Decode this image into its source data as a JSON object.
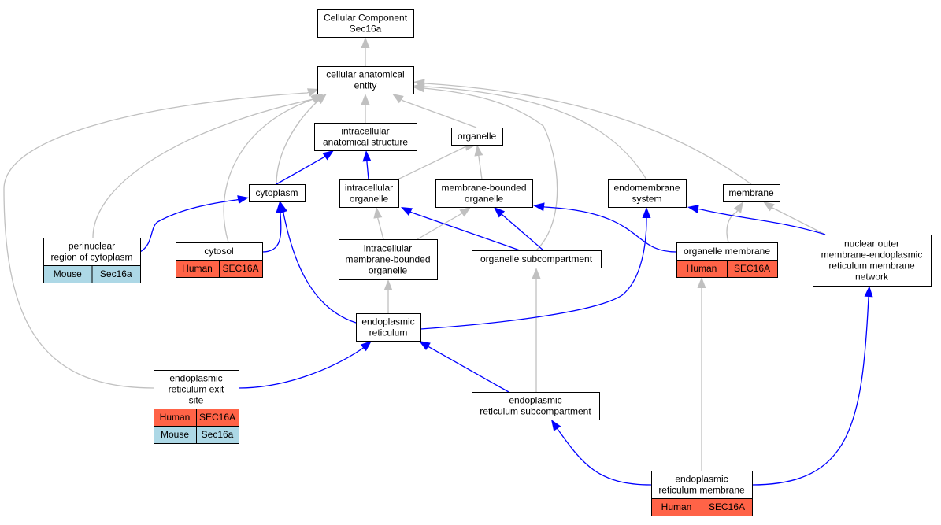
{
  "palette": {
    "is_a_edge": "#c0c0c0",
    "part_of_edge": "#0000ff",
    "human_cell": "#ff6347",
    "mouse_cell": "#add8e6",
    "node_border": "#000000",
    "node_fill": "#ffffff"
  },
  "nodes": [
    {
      "id": "root",
      "lines": [
        "Cellular Component",
        "Sec16a"
      ],
      "annotations": []
    },
    {
      "id": "cae",
      "lines": [
        "cellular anatomical",
        "entity"
      ],
      "annotations": []
    },
    {
      "id": "ias",
      "lines": [
        "intracellular",
        "anatomical structure"
      ],
      "annotations": []
    },
    {
      "id": "organelle",
      "lines": [
        "organelle"
      ],
      "annotations": []
    },
    {
      "id": "cytoplasm",
      "lines": [
        "cytoplasm"
      ],
      "annotations": []
    },
    {
      "id": "io",
      "lines": [
        "intracellular",
        "organelle"
      ],
      "annotations": []
    },
    {
      "id": "mbo",
      "lines": [
        "membrane-bounded",
        "organelle"
      ],
      "annotations": []
    },
    {
      "id": "ems",
      "lines": [
        "endomembrane",
        "system"
      ],
      "annotations": []
    },
    {
      "id": "membrane",
      "lines": [
        "membrane"
      ],
      "annotations": []
    },
    {
      "id": "perinuclear",
      "lines": [
        "perinuclear",
        "region of cytoplasm"
      ],
      "annotations": [
        {
          "species": "Mouse",
          "gene": "Sec16a"
        }
      ]
    },
    {
      "id": "cytosol",
      "lines": [
        "cytosol"
      ],
      "annotations": [
        {
          "species": "Human",
          "gene": "SEC16A"
        }
      ]
    },
    {
      "id": "imbo",
      "lines": [
        "intracellular",
        "membrane-bounded",
        "organelle"
      ],
      "annotations": []
    },
    {
      "id": "osc",
      "lines": [
        "organelle subcompartment"
      ],
      "annotations": []
    },
    {
      "id": "om",
      "lines": [
        "organelle membrane"
      ],
      "annotations": [
        {
          "species": "Human",
          "gene": "SEC16A"
        }
      ]
    },
    {
      "id": "nom",
      "lines": [
        "nuclear outer",
        "membrane-endoplasmic",
        "reticulum membrane",
        "network"
      ],
      "annotations": []
    },
    {
      "id": "er",
      "lines": [
        "endoplasmic",
        "reticulum"
      ],
      "annotations": []
    },
    {
      "id": "eres",
      "lines": [
        "endoplasmic",
        "reticulum exit",
        "site"
      ],
      "annotations": [
        {
          "species": "Human",
          "gene": "SEC16A"
        },
        {
          "species": "Mouse",
          "gene": "Sec16a"
        }
      ]
    },
    {
      "id": "ersc",
      "lines": [
        "endoplasmic",
        "reticulum subcompartment"
      ],
      "annotations": []
    },
    {
      "id": "erm",
      "lines": [
        "endoplasmic",
        "reticulum membrane"
      ],
      "annotations": [
        {
          "species": "Human",
          "gene": "SEC16A"
        }
      ]
    }
  ],
  "edges": [
    {
      "from": "cae",
      "to": "root",
      "relation": "is_a"
    },
    {
      "from": "ias",
      "to": "cae",
      "relation": "is_a"
    },
    {
      "from": "organelle",
      "to": "cae",
      "relation": "is_a"
    },
    {
      "from": "cytoplasm",
      "to": "cae",
      "relation": "is_a"
    },
    {
      "from": "perinuclear",
      "to": "cae",
      "relation": "is_a"
    },
    {
      "from": "cytosol",
      "to": "cae",
      "relation": "is_a"
    },
    {
      "from": "eres",
      "to": "cae",
      "relation": "is_a"
    },
    {
      "from": "osc",
      "to": "cae",
      "relation": "is_a"
    },
    {
      "from": "ems",
      "to": "cae",
      "relation": "is_a"
    },
    {
      "from": "membrane",
      "to": "cae",
      "relation": "is_a"
    },
    {
      "from": "io",
      "to": "organelle",
      "relation": "is_a"
    },
    {
      "from": "mbo",
      "to": "organelle",
      "relation": "is_a"
    },
    {
      "from": "imbo",
      "to": "io",
      "relation": "is_a"
    },
    {
      "from": "imbo",
      "to": "mbo",
      "relation": "is_a"
    },
    {
      "from": "er",
      "to": "imbo",
      "relation": "is_a"
    },
    {
      "from": "ersc",
      "to": "osc",
      "relation": "is_a"
    },
    {
      "from": "erm",
      "to": "om",
      "relation": "is_a"
    },
    {
      "from": "om",
      "to": "membrane",
      "relation": "is_a"
    },
    {
      "from": "nom",
      "to": "membrane",
      "relation": "is_a"
    },
    {
      "from": "cytoplasm",
      "to": "ias",
      "relation": "part_of"
    },
    {
      "from": "io",
      "to": "ias",
      "relation": "part_of"
    },
    {
      "from": "perinuclear",
      "to": "cytoplasm",
      "relation": "part_of"
    },
    {
      "from": "cytosol",
      "to": "cytoplasm",
      "relation": "part_of"
    },
    {
      "from": "er",
      "to": "cytoplasm",
      "relation": "part_of"
    },
    {
      "from": "osc",
      "to": "io",
      "relation": "part_of"
    },
    {
      "from": "osc",
      "to": "mbo",
      "relation": "part_of"
    },
    {
      "from": "om",
      "to": "mbo",
      "relation": "part_of"
    },
    {
      "from": "er",
      "to": "ems",
      "relation": "part_of"
    },
    {
      "from": "nom",
      "to": "ems",
      "relation": "part_of"
    },
    {
      "from": "eres",
      "to": "er",
      "relation": "part_of"
    },
    {
      "from": "ersc",
      "to": "er",
      "relation": "part_of"
    },
    {
      "from": "erm",
      "to": "ersc",
      "relation": "part_of"
    },
    {
      "from": "erm",
      "to": "nom",
      "relation": "part_of"
    }
  ]
}
